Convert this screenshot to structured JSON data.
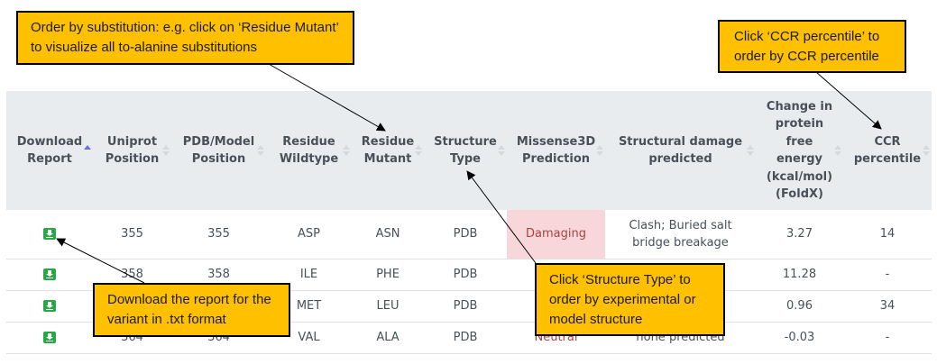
{
  "annotations": {
    "substitution": "Order by substitution: e.g. click on ‘Residue Mutant’ to visualize all to-alanine substitutions",
    "ccr": "Click ‘CCR percentile’ to order by CCR percentile",
    "download": "Download the report for the variant in .txt format",
    "structure": "Click ‘Structure Type’ to order by experimental or model structure"
  },
  "table": {
    "headers": [
      {
        "label": "Download Report",
        "sort": "asc"
      },
      {
        "label": "Uniprot Position",
        "sort": "none"
      },
      {
        "label": "PDB/Model Position",
        "sort": "none"
      },
      {
        "label": "Residue Wildtype",
        "sort": "none"
      },
      {
        "label": "Residue Mutant",
        "sort": "none"
      },
      {
        "label": "Structure Type",
        "sort": "none"
      },
      {
        "label": "Missense3D Prediction",
        "sort": "none"
      },
      {
        "label": "Structural damage predicted",
        "sort": "none"
      },
      {
        "label": "Change in protein free energy (kcal/mol) (FoldX)",
        "sort": "none"
      },
      {
        "label": "CCR percentile",
        "sort": "none"
      }
    ],
    "rows": [
      {
        "download_icon": "download-icon",
        "uniprot": "355",
        "pdb": "355",
        "wildtype": "ASP",
        "mutant": "ASN",
        "structure": "PDB",
        "prediction": "Damaging",
        "damage": "Clash; Buried salt bridge breakage",
        "foldx": "3.27",
        "ccr": "14"
      },
      {
        "download_icon": "download-icon",
        "uniprot": "358",
        "pdb": "358",
        "wildtype": "ILE",
        "mutant": "PHE",
        "structure": "PDB",
        "prediction": "",
        "damage": "",
        "foldx": "11.28",
        "ccr": "-"
      },
      {
        "download_icon": "download-icon",
        "uniprot": "",
        "pdb": "",
        "wildtype": "MET",
        "mutant": "LEU",
        "structure": "PDB",
        "prediction": "",
        "damage": "",
        "foldx": "0.96",
        "ccr": "34"
      },
      {
        "download_icon": "download-icon",
        "uniprot": "364",
        "pdb": "364",
        "wildtype": "VAL",
        "mutant": "ALA",
        "structure": "PDB",
        "prediction": "Neutral",
        "damage": "none predicted",
        "foldx": "-0.03",
        "ccr": "-"
      }
    ]
  },
  "colors": {
    "header_bg": "#e9ecef",
    "damaging_bg": "#f8d7da",
    "damaging_text": "#a94442",
    "download_green": "#28a745",
    "note_bg": "#ffc000"
  }
}
